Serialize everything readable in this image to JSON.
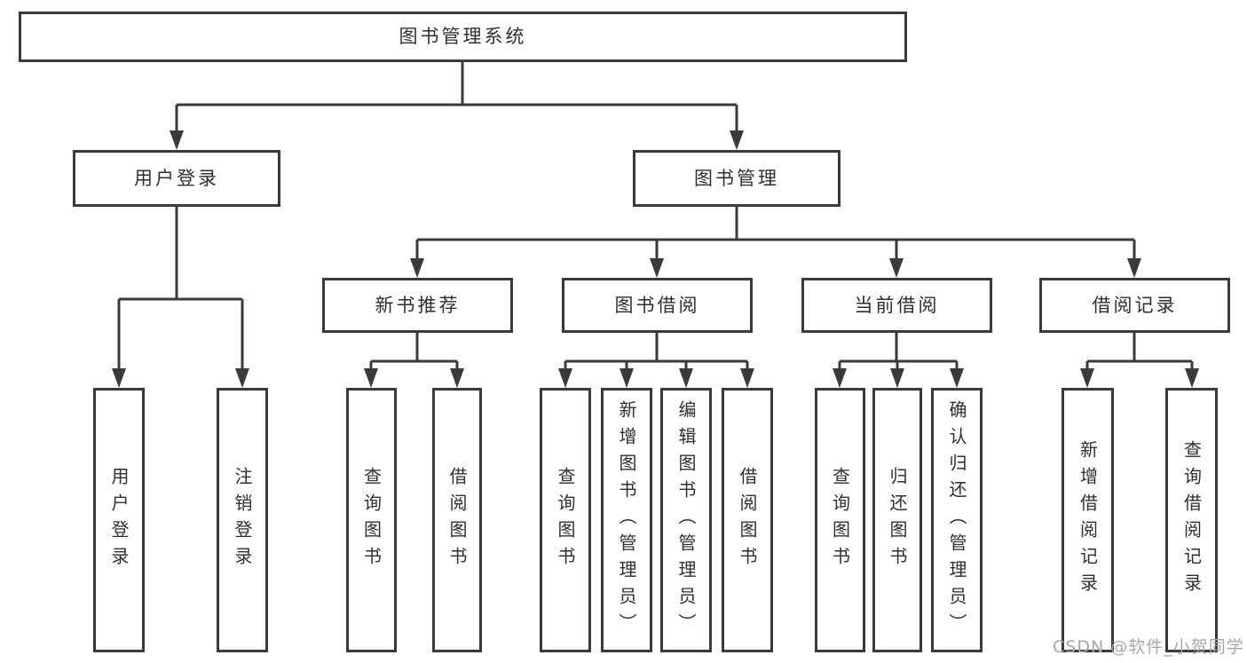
{
  "diagram": {
    "root": {
      "label": "图书管理系统"
    },
    "level2": {
      "login": {
        "label": "用户登录"
      },
      "manage": {
        "label": "图书管理"
      }
    },
    "level3": {
      "recommend": {
        "label": "新书推荐"
      },
      "borrow": {
        "label": "图书借阅"
      },
      "current": {
        "label": "当前借阅"
      },
      "record": {
        "label": "借阅记录"
      }
    },
    "leaves": {
      "login_user": {
        "label": "用户登录"
      },
      "login_logout": {
        "label": "注销登录"
      },
      "rec_query": {
        "label": "查询图书"
      },
      "rec_borrow": {
        "label": "借阅图书"
      },
      "bor_query": {
        "label": "查询图书"
      },
      "bor_add": {
        "label": "新增图书（管理员）"
      },
      "bor_edit": {
        "label": "编辑图书（管理员）"
      },
      "bor_borrow": {
        "label": "借阅图书"
      },
      "cur_query": {
        "label": "查询图书"
      },
      "cur_return": {
        "label": "归还图书"
      },
      "cur_confirm": {
        "label": "确认归还（管理员）"
      },
      "record_add": {
        "label": "新增借阅记录"
      },
      "record_query": {
        "label": "查询借阅记录"
      }
    }
  },
  "watermark": {
    "text": "CSDN @软件_小贺同学"
  },
  "colors": {
    "line": "#3a3a3a",
    "box_border": "#3a3a3a",
    "box_fill": "#ffffff",
    "text": "#2f2f2f",
    "watermark_text": "#a8a8a8",
    "background": "#ffffff"
  }
}
